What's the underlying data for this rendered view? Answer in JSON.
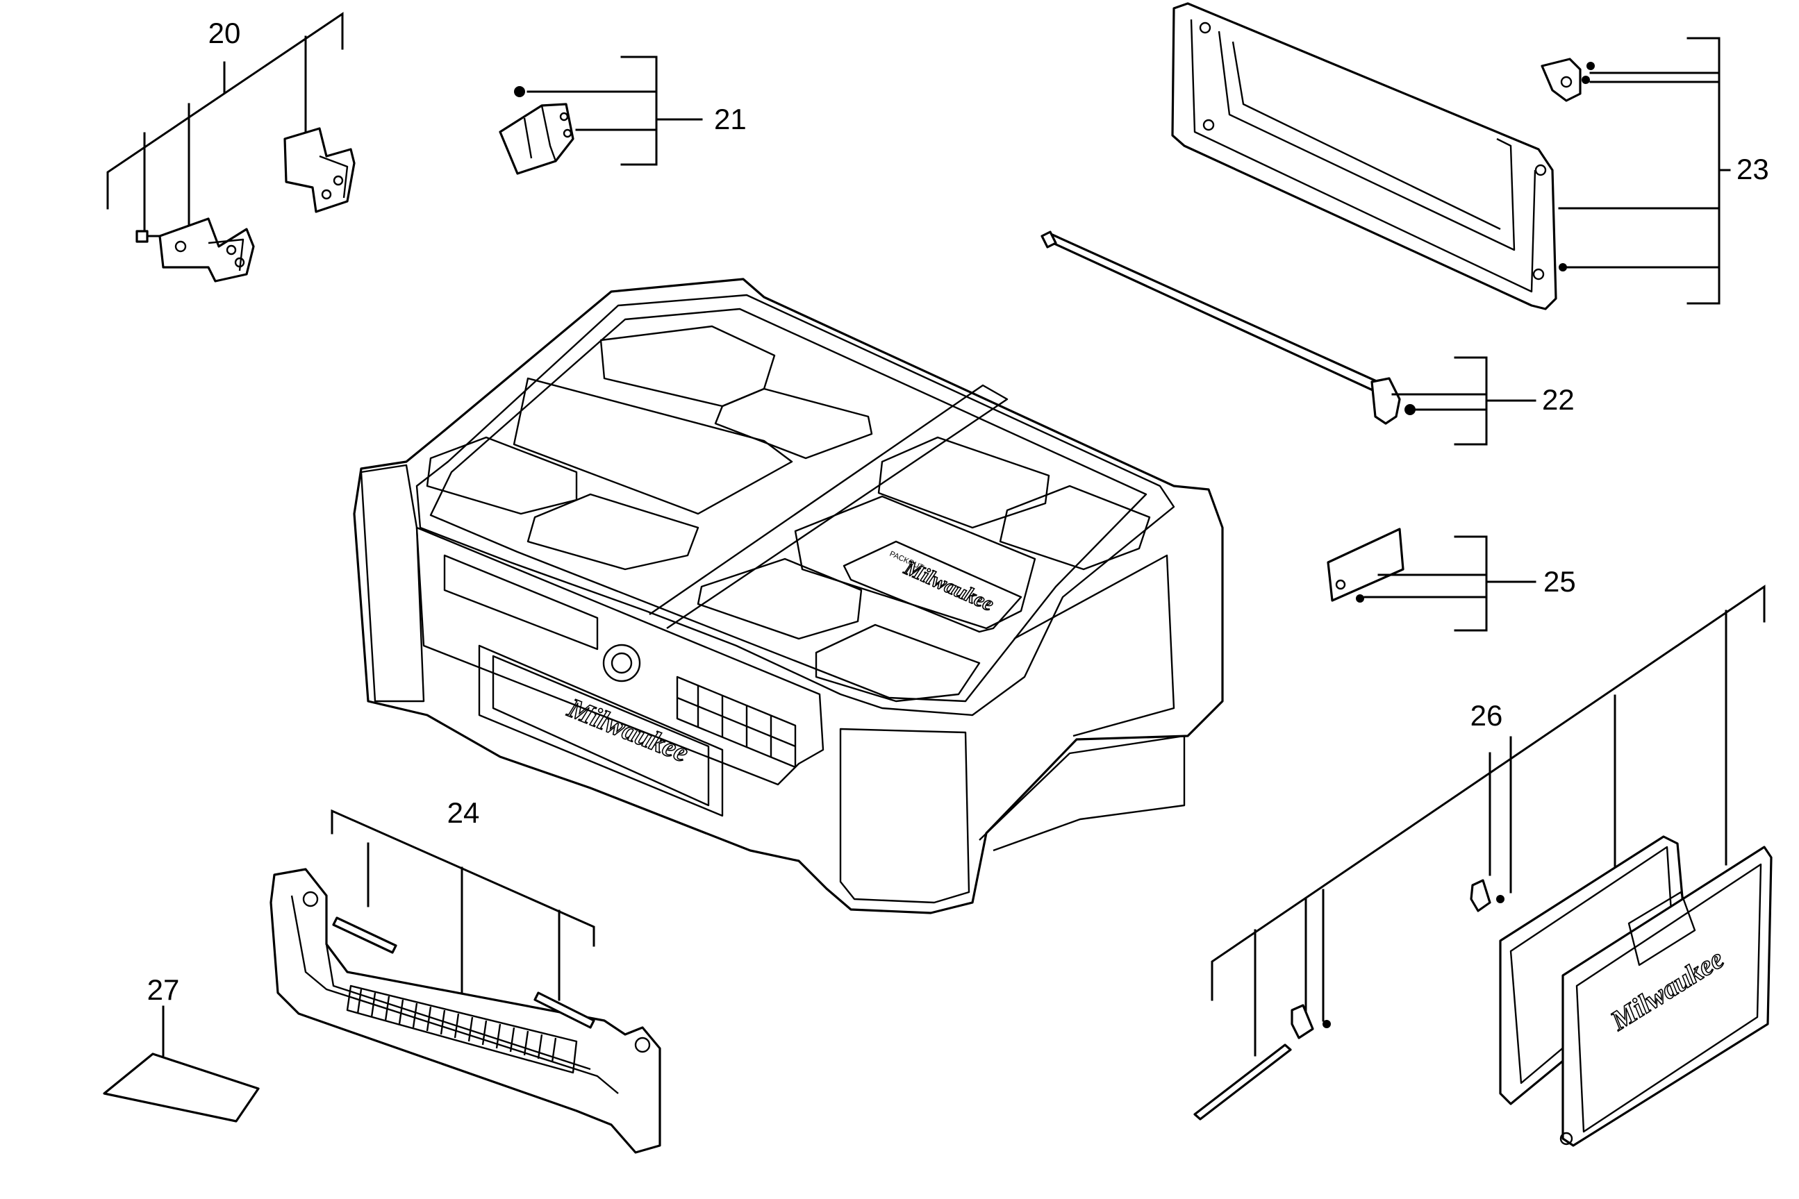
{
  "callouts": [
    {
      "id": "20",
      "label": "20"
    },
    {
      "id": "21",
      "label": "21"
    },
    {
      "id": "22",
      "label": "22"
    },
    {
      "id": "23",
      "label": "23"
    },
    {
      "id": "24",
      "label": "24"
    },
    {
      "id": "25",
      "label": "25"
    },
    {
      "id": "26",
      "label": "26"
    },
    {
      "id": "27",
      "label": "27"
    }
  ],
  "branding": {
    "lid_logo": "Milwaukee",
    "front_logo": "Milwaukee",
    "lid_badge": "PACKOUT",
    "door_logo": "Milwaukee"
  }
}
